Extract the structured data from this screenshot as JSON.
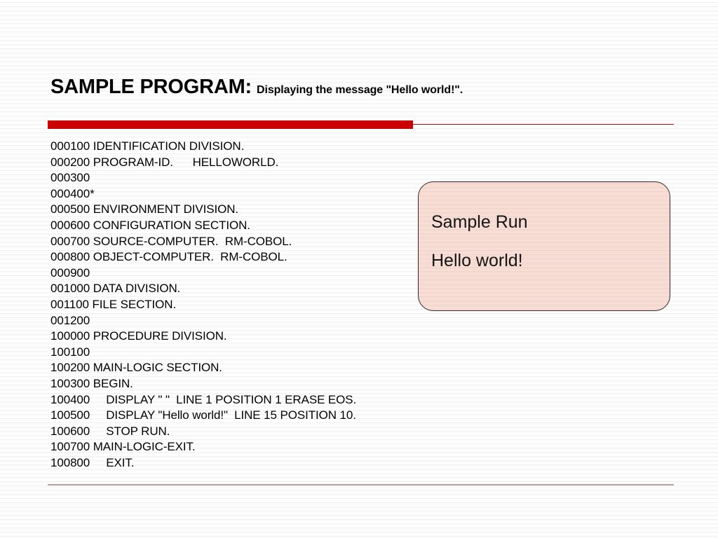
{
  "slide": {
    "title_main": "SAMPLE PROGRAM:",
    "title_sub": "Displaying the message \"Hello world!\"."
  },
  "colors": {
    "accent_bar": "#cc0000",
    "accent_rule": "#c00000",
    "bottom_rule": "#b08f8f",
    "callout_fill": "#f9ded6",
    "callout_border": "#3a2525",
    "text": "#000000",
    "background": "#ffffff"
  },
  "code_listing": {
    "language": "COBOL",
    "lines": [
      "000100 IDENTIFICATION DIVISION.",
      "000200 PROGRAM-ID.      HELLOWORLD.",
      "000300",
      "000400*",
      "000500 ENVIRONMENT DIVISION.",
      "000600 CONFIGURATION SECTION.",
      "000700 SOURCE-COMPUTER.  RM-COBOL.",
      "000800 OBJECT-COMPUTER.  RM-COBOL.",
      "000900",
      "001000 DATA DIVISION.",
      "001100 FILE SECTION.",
      "001200",
      "100000 PROCEDURE DIVISION.",
      "100100",
      "100200 MAIN-LOGIC SECTION.",
      "100300 BEGIN.",
      "100400     DISPLAY \" \"  LINE 1 POSITION 1 ERASE EOS.",
      "100500     DISPLAY \"Hello world!\"  LINE 15 POSITION 10.",
      "100600     STOP RUN.",
      "100700 MAIN-LOGIC-EXIT.",
      "100800     EXIT."
    ]
  },
  "sample_run": {
    "heading": "Sample Run",
    "output": "Hello world!"
  }
}
